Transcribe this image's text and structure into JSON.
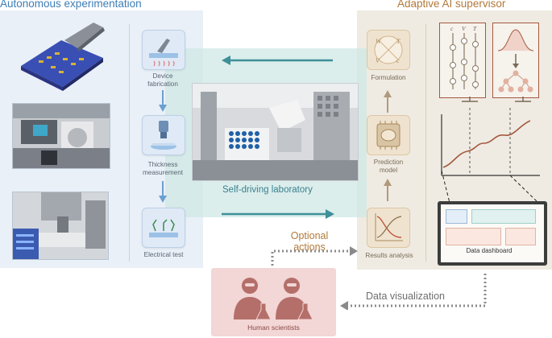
{
  "left_panel": {
    "title": "Autonomous experimentation",
    "steps": [
      {
        "label": "Device\nfabrication",
        "icon": "chip-fabrication-icon"
      },
      {
        "label": "Thickness\nmeasurement",
        "icon": "microscope-icon"
      },
      {
        "label": "Electrical test",
        "icon": "electrical-probe-icon"
      }
    ]
  },
  "center": {
    "label": "Self-driving laboratory"
  },
  "right_panel": {
    "title": "Adaptive AI supervisor",
    "steps": [
      {
        "label": "Formulation",
        "icon": "formulation-icon"
      },
      {
        "label": "Prediction\nmodel",
        "icon": "processor-brain-icon"
      },
      {
        "label": "Results analysis",
        "icon": "curves-plot-icon"
      }
    ],
    "dashboard_label": "Data dashboard",
    "formulation_letters": [
      "W",
      "T",
      "V",
      "c"
    ],
    "slider_letters": [
      "c",
      "V",
      "T"
    ]
  },
  "flow": {
    "optional_actions": "Optional\nactions",
    "data_visualization": "Data visualization"
  },
  "human": {
    "label": "Human scientists"
  },
  "colors": {
    "left_accent": "#3d7db5",
    "right_accent": "#b3793a",
    "band": "#cfe8e6",
    "arrow_teal": "#3e8f98",
    "human_bg": "#f3d6d6"
  }
}
